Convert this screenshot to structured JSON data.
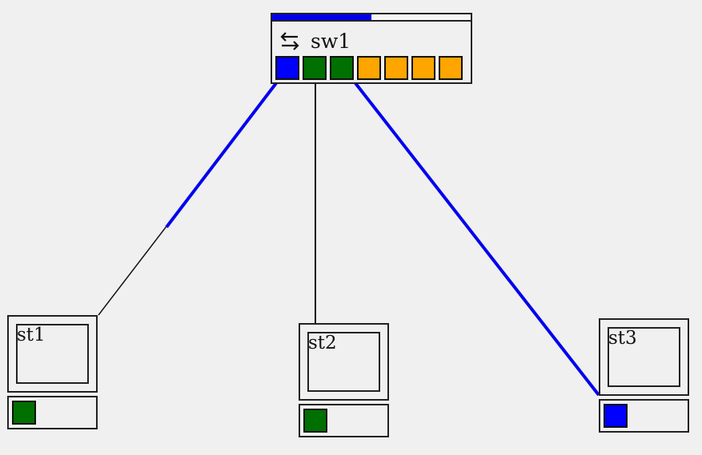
{
  "switch": {
    "name": "sw1",
    "icon": "swap-arrows-icon",
    "load": 0.5,
    "bar_color": "#0000ee",
    "ports": [
      {
        "status": "active",
        "color": "#0000ff"
      },
      {
        "status": "connected",
        "color": "#007000"
      },
      {
        "status": "connected",
        "color": "#007000"
      },
      {
        "status": "free",
        "color": "#ffa500"
      },
      {
        "status": "free",
        "color": "#ffa500"
      },
      {
        "status": "free",
        "color": "#ffa500"
      },
      {
        "status": "free",
        "color": "#ffa500"
      }
    ]
  },
  "stations": [
    {
      "name": "st1",
      "status_color": "#007000"
    },
    {
      "name": "st2",
      "status_color": "#007000"
    },
    {
      "name": "st3",
      "status_color": "#0000ff"
    }
  ],
  "links": [
    {
      "from": "sw1",
      "to": "st1",
      "active": true,
      "color": "#0000ee"
    },
    {
      "from": "sw1",
      "to": "st2",
      "active": false,
      "color": "#111111"
    },
    {
      "from": "sw1",
      "to": "st3",
      "active": true,
      "color": "#0000ee"
    }
  ]
}
